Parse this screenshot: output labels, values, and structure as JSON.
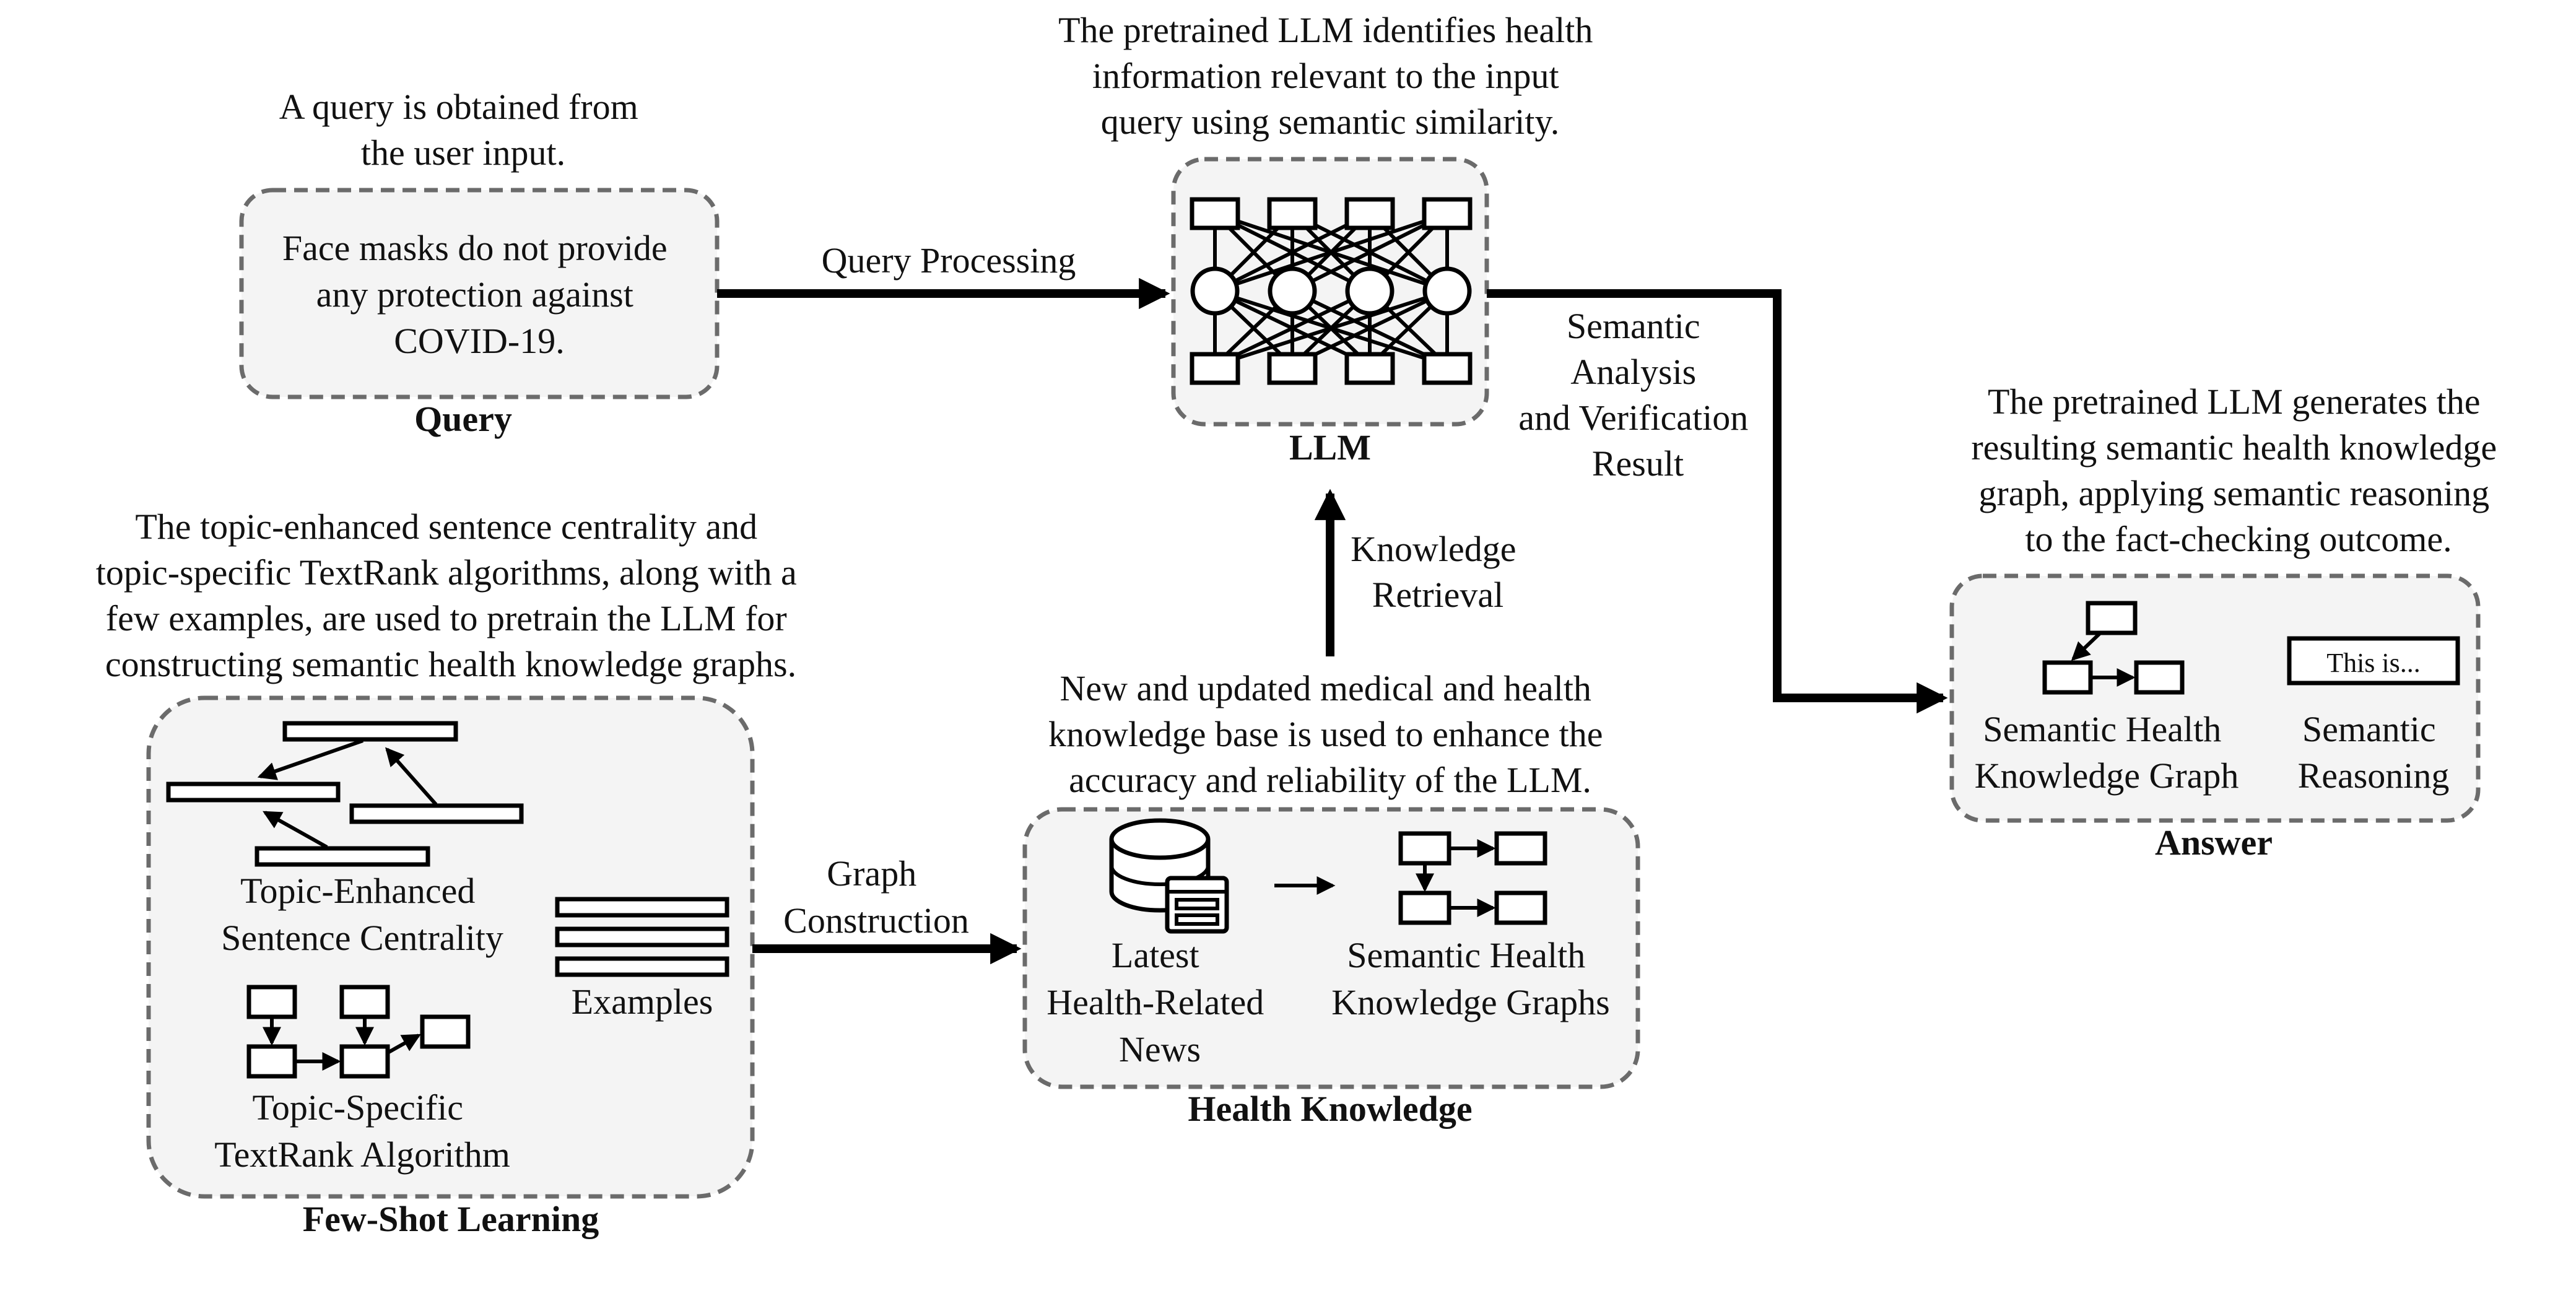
{
  "query": {
    "caption": [
      "A query is obtained from",
      "the user input."
    ],
    "text": [
      "Face masks do not provide",
      "any protection against",
      "COVID-19."
    ],
    "label": "Query"
  },
  "llm": {
    "caption": [
      "The pretrained LLM identifies health",
      "information relevant to the input",
      "query using semantic similarity."
    ],
    "label": "LLM"
  },
  "answer": {
    "caption": [
      "The pretrained LLM generates the",
      "resulting semantic health knowledge",
      "graph, applying semantic reasoning",
      "to the fact-checking outcome."
    ],
    "graph_label": [
      "Semantic Health",
      "Knowledge Graph"
    ],
    "reasoning_box_text": "This is...",
    "reasoning_label": [
      "Semantic",
      "Reasoning"
    ],
    "label": "Answer"
  },
  "few_shot": {
    "caption": [
      "The topic-enhanced sentence centrality and",
      "topic-specific TextRank algorithms, along with a",
      "few examples, are used to pretrain the LLM for",
      "constructing semantic health knowledge graphs."
    ],
    "centrality_label": [
      "Topic-Enhanced",
      "Sentence Centrality"
    ],
    "examples_label": "Examples",
    "textrank_label": [
      "Topic-Specific",
      "TextRank Algorithm"
    ],
    "label": "Few-Shot Learning"
  },
  "health_knowledge": {
    "caption": [
      "New and updated medical and health",
      "knowledge base is used to enhance the",
      "accuracy and reliability of the LLM."
    ],
    "news_label": [
      "Latest",
      "Health-Related",
      "News"
    ],
    "graphs_label": [
      "Semantic Health",
      "Knowledge Graphs"
    ],
    "label": "Health Knowledge"
  },
  "edges": {
    "query_processing": "Query Processing",
    "semantic_analysis": [
      "Semantic",
      "Analysis",
      "and Verification",
      "Result"
    ],
    "knowledge_retrieval": [
      "Knowledge",
      "Retrieval"
    ],
    "graph_construction": [
      "Graph",
      "Construction"
    ]
  }
}
